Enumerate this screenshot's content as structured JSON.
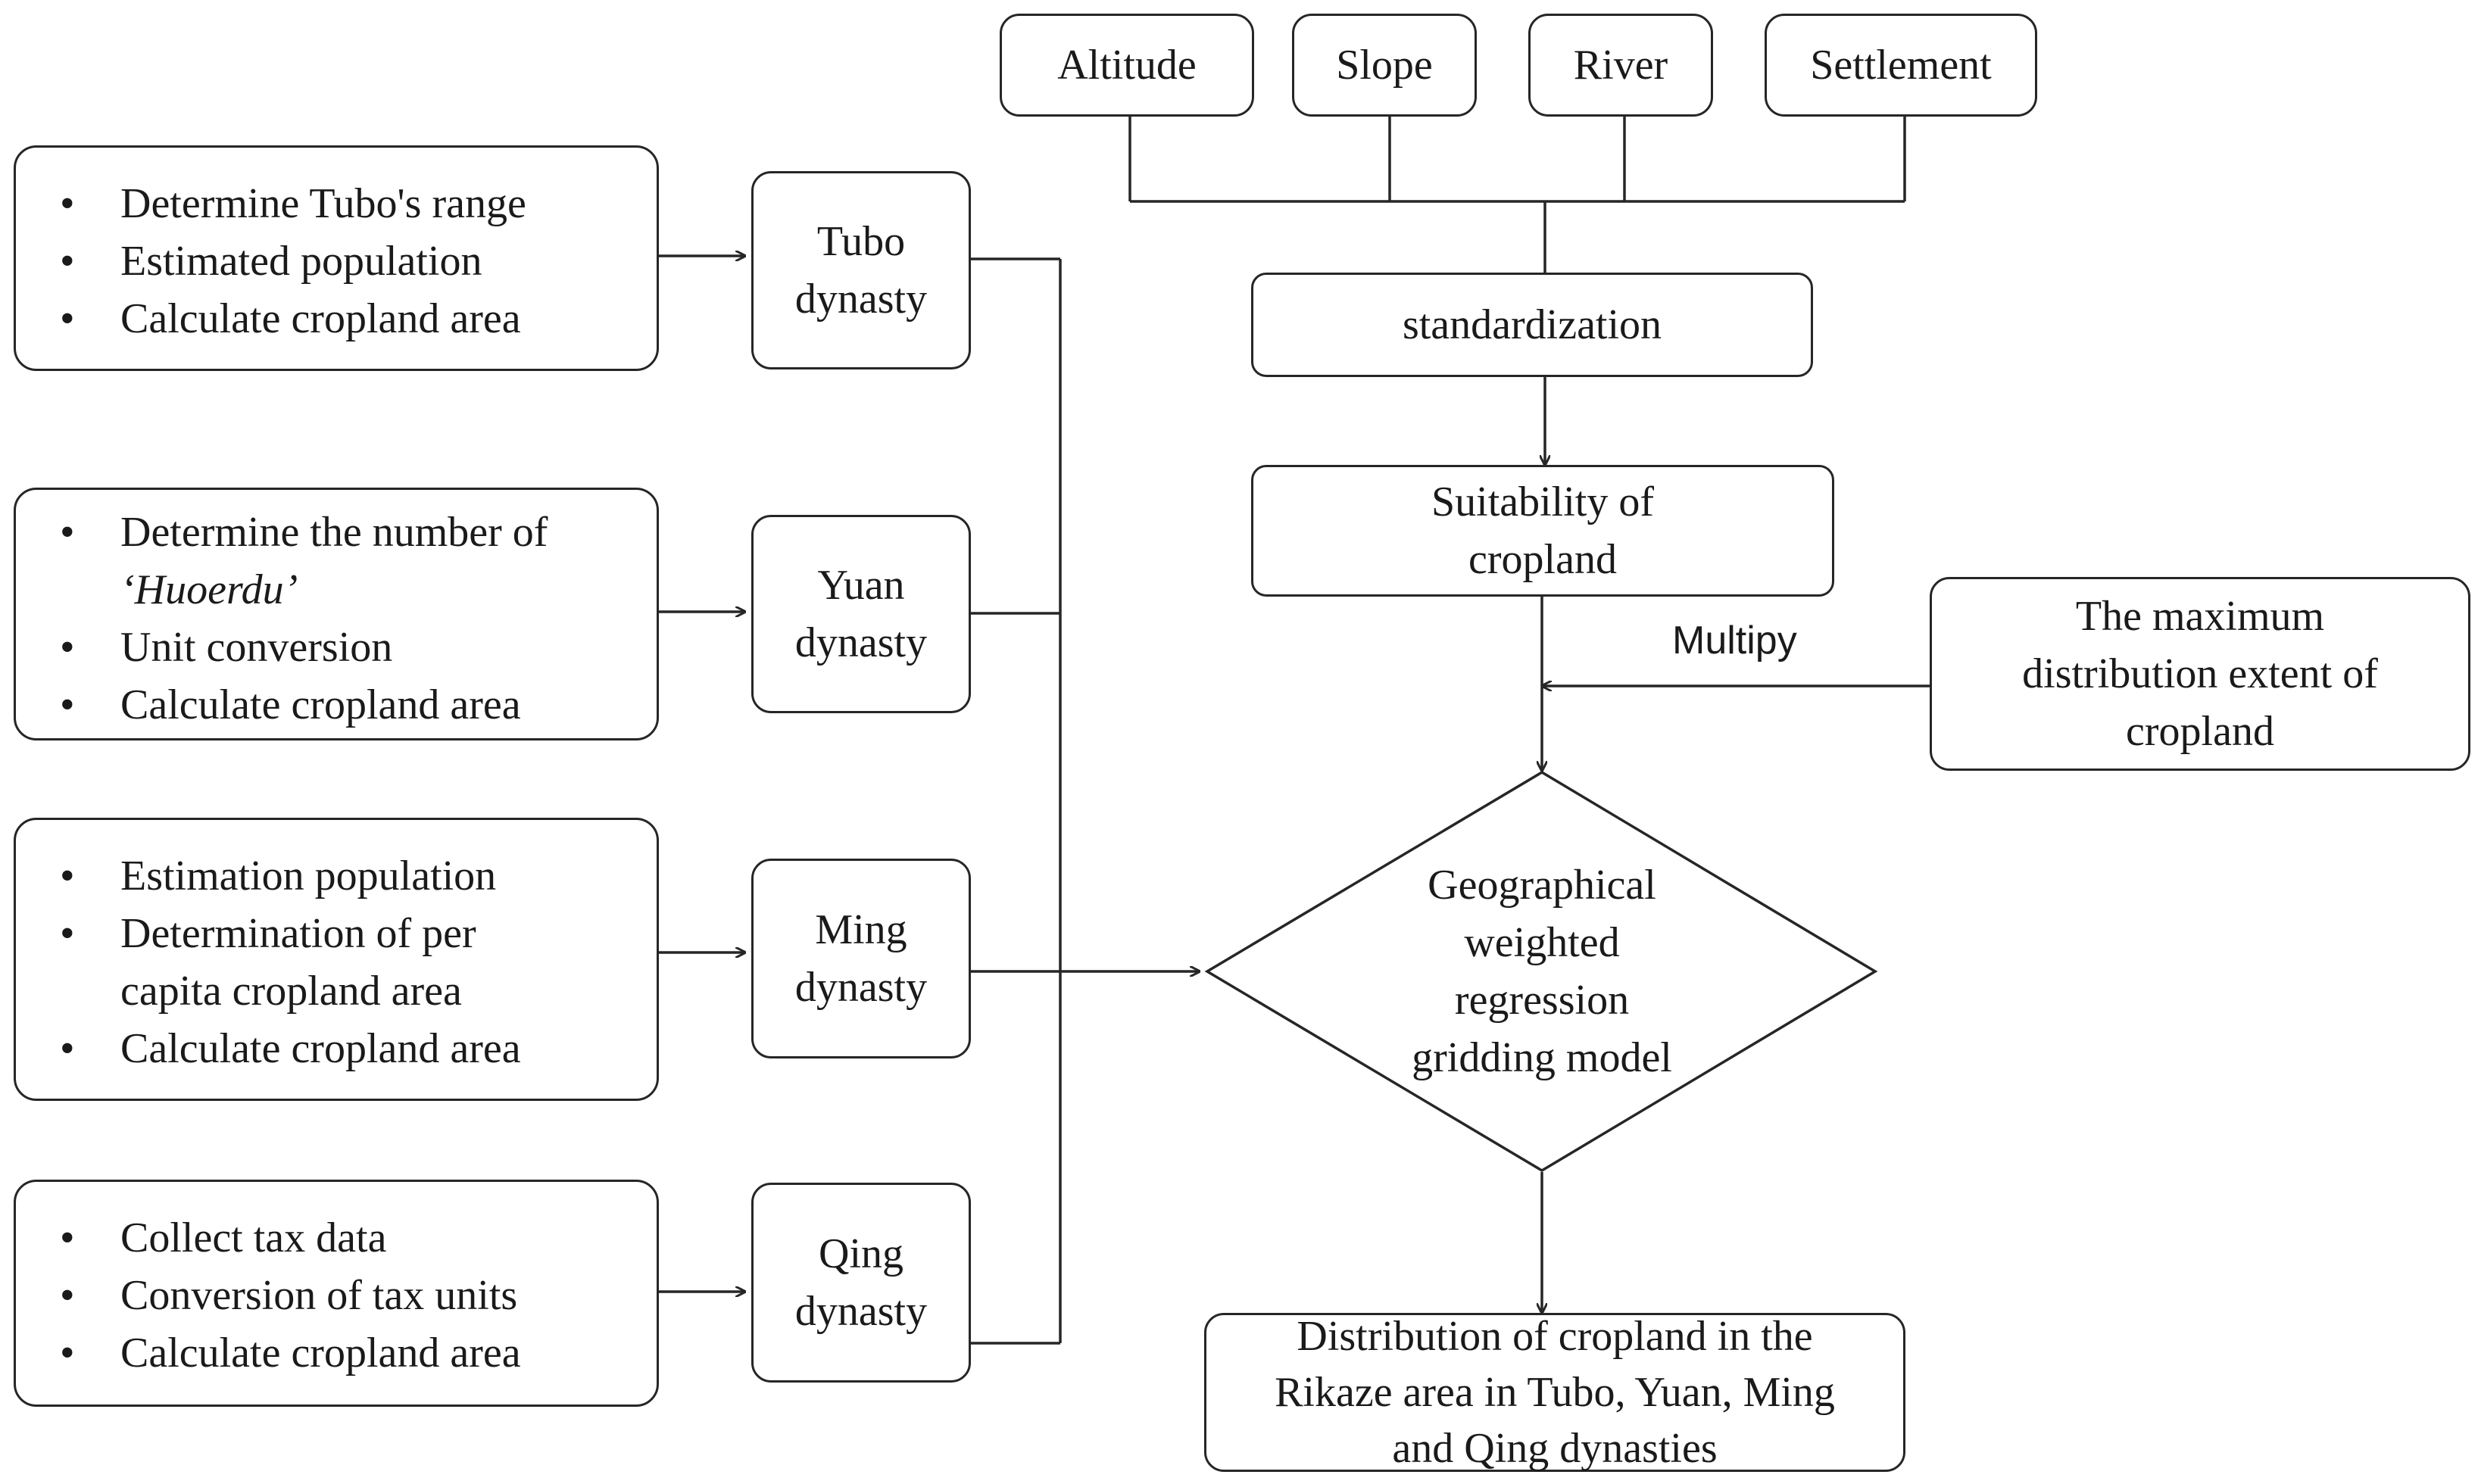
{
  "factors": [
    "Altitude",
    "Slope",
    "River",
    "Settlement"
  ],
  "standardization": "standardization",
  "suitability": [
    "Suitability of",
    "cropland"
  ],
  "multiply_label": "Multipy",
  "max_extent": [
    "The maximum",
    "distribution extent of",
    "cropland"
  ],
  "model": [
    "Geographical",
    "weighted",
    "regression",
    "gridding model"
  ],
  "result": [
    "Distribution of cropland in the",
    "Rikaze area in Tubo, Yuan, Ming",
    "and Qing dynasties"
  ],
  "dynasties": [
    {
      "line1": "Tubo",
      "line2": "dynasty"
    },
    {
      "line1": "Yuan",
      "line2": "dynasty"
    },
    {
      "line1": "Ming",
      "line2": "dynasty"
    },
    {
      "line1": "Qing",
      "line2": "dynasty"
    }
  ],
  "tubo_steps": [
    "Determine Tubo's range",
    "Estimated population",
    "Calculate cropland area"
  ],
  "yuan_steps": {
    "first": "Determine the number of",
    "first_cont": "‘Huoerdu’",
    "second": "Unit conversion",
    "third": "Calculate cropland area"
  },
  "ming_steps": {
    "first": "Estimation population",
    "second": "Determination of per",
    "second_cont": "capita cropland area",
    "third": "Calculate cropland area"
  },
  "qing_steps": [
    "Collect tax data",
    "Conversion of tax units",
    "Calculate cropland area"
  ]
}
